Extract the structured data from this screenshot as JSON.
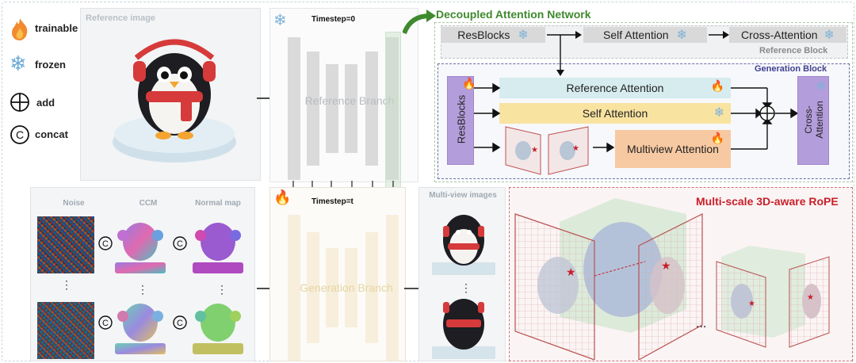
{
  "legend": {
    "trainable": "trainable",
    "frozen": "frozen",
    "add": "add",
    "concat": "concat"
  },
  "reference_panel": {
    "title": "Reference image"
  },
  "timestep_top": "Timestep=0",
  "timestep_bottom": "Timestep=t",
  "reference_branch": "Reference Branch",
  "generation_branch": "Generation Branch",
  "inputs_panel": {
    "noise": "Noise",
    "ccm": "CCM",
    "normal_map": "Normal map",
    "dots": "⋮"
  },
  "multiview_panel": {
    "title": "Multi-view images",
    "dots": "⋮"
  },
  "dan": {
    "title": "Decoupled Attention Network",
    "reference_block": {
      "title": "Reference Block",
      "resblocks": "ResBlocks",
      "self_attention": "Self Attention",
      "cross_attention": "Cross-Attention"
    },
    "generation_block": {
      "title": "Generation Block",
      "resblocks": "ResBlocks",
      "reference_attention": "Reference Attention",
      "self_attention": "Self Attention",
      "multiview_attention": "Multiview Attention",
      "cross_attention": "Cross-\nAttention"
    }
  },
  "rope": {
    "title": "Multi-scale 3D-aware RoPE",
    "dots": "..."
  },
  "colors": {
    "dan_title": "#3f8a2e",
    "rope_title": "#c7202a",
    "gen_block_title": "#3f3f8f",
    "resblock_purple": "#b49ddb",
    "ref_attention": "#d6ecef",
    "self_attention_yellow": "#f9e3a0",
    "multiview_orange": "#f7c9a2",
    "gray_block": "#d9d9d9"
  }
}
